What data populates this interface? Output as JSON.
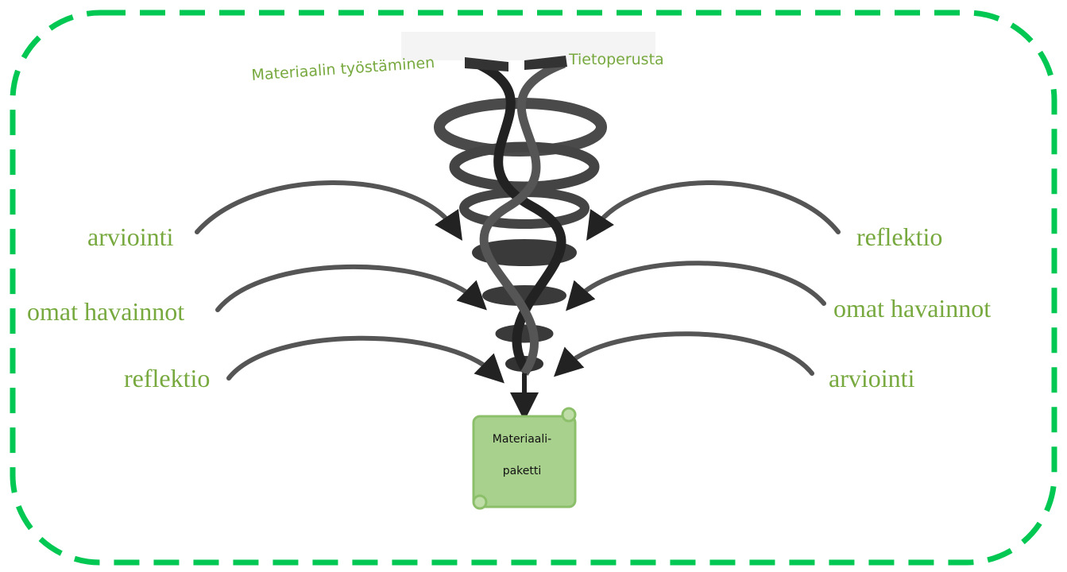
{
  "colors": {
    "border": "#00c853",
    "label": "#77a93f",
    "arrow": "#555555",
    "helix_dark": "#222222",
    "helix_mid": "#4a4a4a",
    "scroll_fill": "#a9d18e",
    "scroll_stroke": "#8cbf6a"
  },
  "helix": {
    "left_strand_label": "Materiaalin työstäminen",
    "right_strand_label": "Tietoperusta"
  },
  "left_labels": [
    "arviointi",
    "omat havainnot",
    "reflektio"
  ],
  "right_labels": [
    "reflektio",
    "omat havainnot",
    "arviointi"
  ],
  "output": {
    "line1": "Materiaali-",
    "line2": "paketti"
  }
}
